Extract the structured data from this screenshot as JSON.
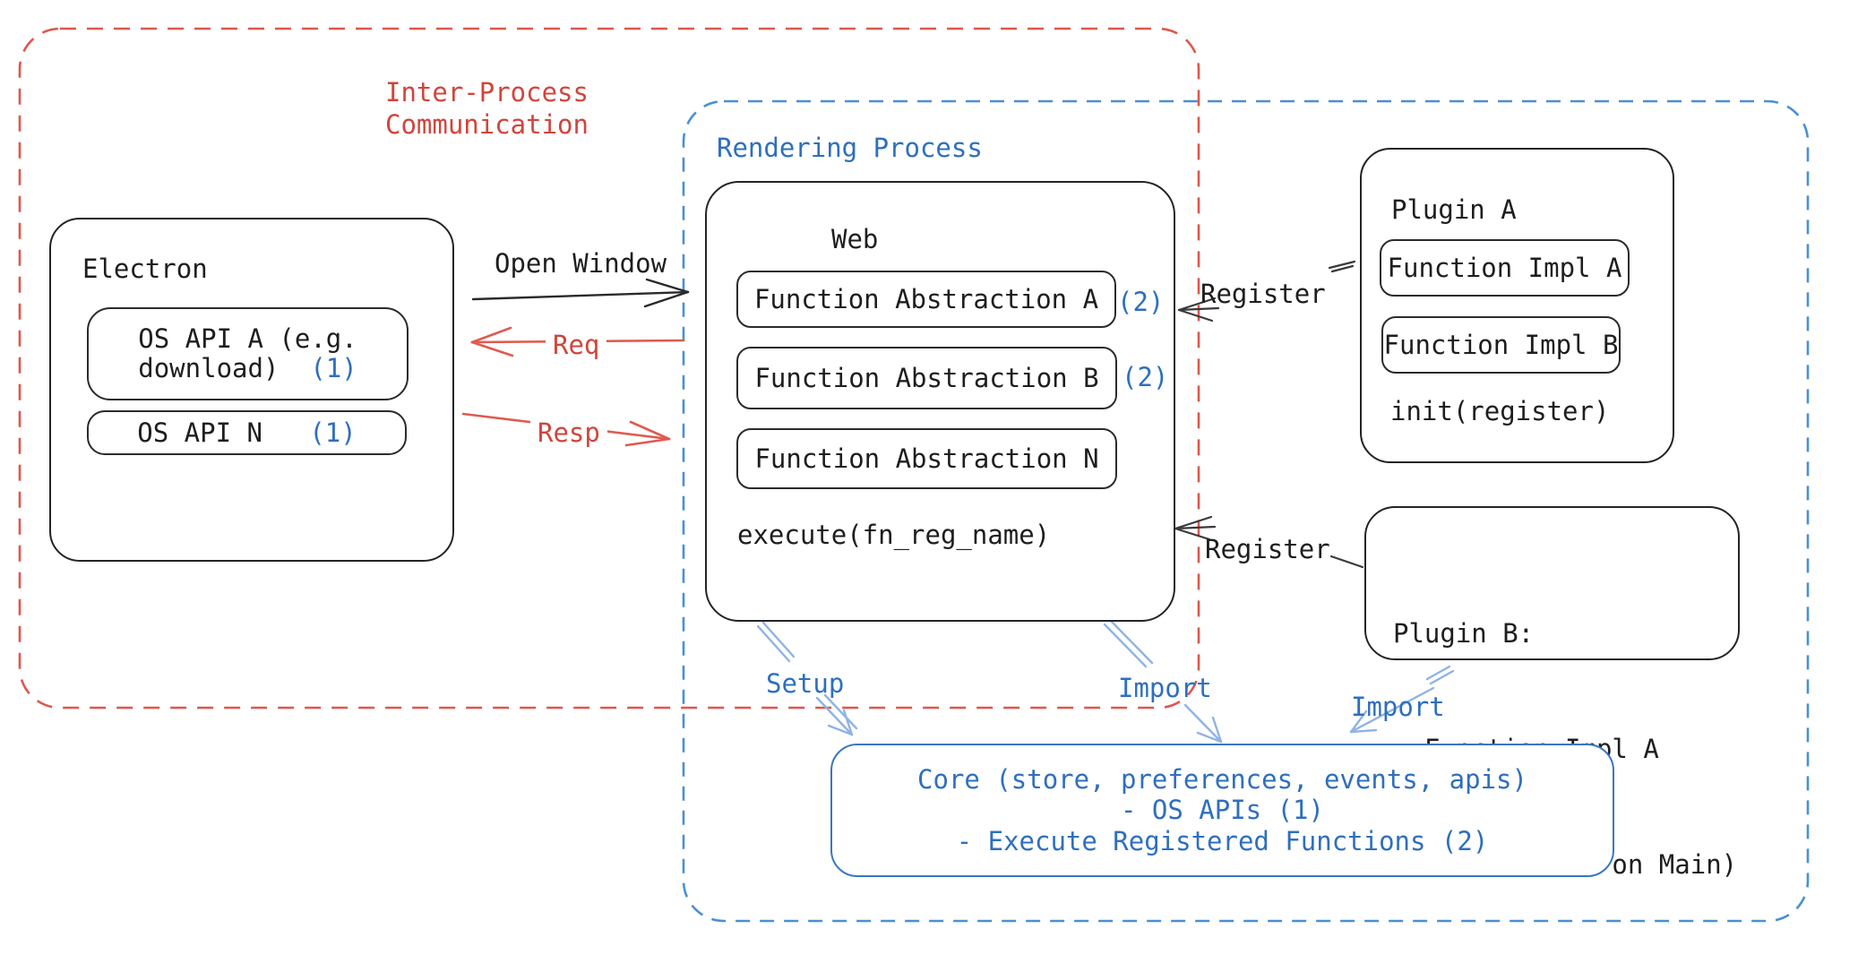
{
  "colors": {
    "ink": "#1e1e1e",
    "red_text": "#d0453c",
    "red_arrow": "#e05a4f",
    "blue_text": "#2e6fbe",
    "blue_border": "#3a76c4",
    "blue_dash": "#4b8fd4",
    "red_dash": "#e0564b",
    "arrow_blue": "#8fb3e4"
  },
  "ipc": {
    "label_line1": "Inter-Process",
    "label_line2": "Communication"
  },
  "rendering": {
    "label": "Rendering Process"
  },
  "electron": {
    "title": "Electron",
    "api_a_line1": "OS API A (e.g.",
    "api_a_line2": "download)",
    "api_a_badge": "(1)",
    "api_n_label": "OS API N",
    "api_n_badge": "(1)"
  },
  "web": {
    "title": "Web",
    "fa_a": "Function Abstraction A",
    "fa_a_badge": "(2)",
    "fa_b": "Function Abstraction B",
    "fa_b_badge": "(2)",
    "fa_n": "Function Abstraction N",
    "execute": "execute(fn_reg_name)"
  },
  "plugin_a": {
    "title": "Plugin A",
    "impl_a": "Function Impl A",
    "impl_b": "Function Impl B",
    "init": "init(register)"
  },
  "plugin_b": {
    "line1": "Plugin B:",
    "line2": "- Function Impl A",
    "line3": "- Module (run on Main)"
  },
  "core": {
    "line1": "Core (store, preferences, events, apis)",
    "line2": "- OS APIs (1)",
    "line3": "- Execute Registered Functions (2)"
  },
  "arrows": {
    "open_window": "Open Window",
    "req": "Req",
    "resp": "Resp",
    "register_a": "Register",
    "register_b": "Register",
    "setup": "Setup",
    "import_core": "Import",
    "import_plugin_b": "Import"
  }
}
